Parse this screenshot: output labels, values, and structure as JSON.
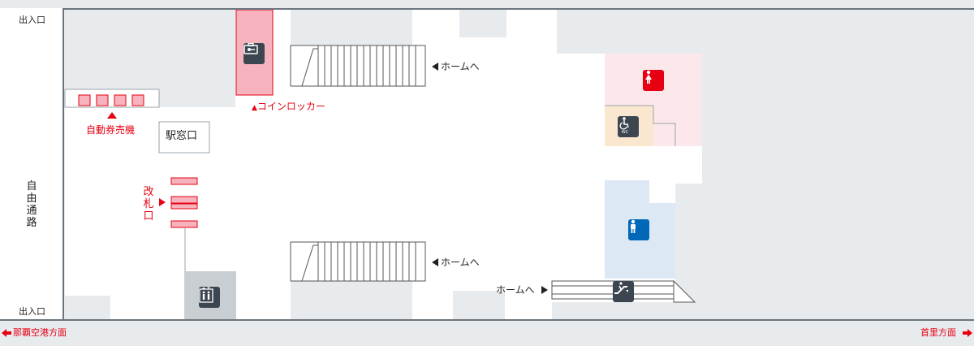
{
  "labels": {
    "exit_top": "出入口",
    "exit_bottom": "出入口",
    "free_passage": "自由通路",
    "ticket_machines": "自動券売機",
    "station_office": "駅窓口",
    "coin_locker": "コインロッカー",
    "ticket_gate": "改札口",
    "to_platform_top": "ホームへ",
    "to_platform_bottom": "ホームへ",
    "to_platform_escalator": "ホームへ",
    "to_naha_airport": "那覇空港方面",
    "to_shuri": "首里方面"
  },
  "icons": {
    "locker": "coin-locker-icon",
    "women_restroom": "women-restroom-icon",
    "accessible_wc": "accessible-wc-icon",
    "men_restroom": "men-restroom-icon",
    "elevator": "elevator-icon",
    "escalator": "escalator-icon"
  },
  "colors": {
    "accent_red": "#e60012",
    "floor": "#ffffff",
    "wall": "#e8ebee",
    "locker_fill": "#f6b3bd",
    "women_area": "#fce8ea",
    "men_area": "#dce9f5",
    "accessible_area": "#fbe7cf",
    "icon_dark": "#3c4650",
    "men_icon": "#0068b7"
  }
}
